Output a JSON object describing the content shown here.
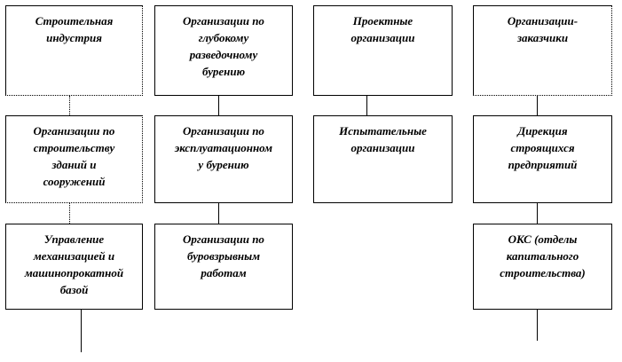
{
  "boxes": {
    "construction_industry": "Строительная\nиндустрия",
    "deep_drilling_orgs": "Организации по\nглубокому\nразведочному\nбурению",
    "design_orgs": "Проектные\nорганизации",
    "customer_orgs": "Организации-\nзаказчики",
    "building_construction_orgs": "Организации по\nстроительству\nзданий и\nсооружений",
    "production_drilling_orgs": "Организации по\nэксплуатационном\nу бурению",
    "testing_orgs": "Испытательные\nорганизации",
    "enterprise_directorate": "Дирекция\nстроящихся\nпредприятий",
    "mechanization_dept": "Управление\nмеханизацией и\nмашинопрокатной\nбазой",
    "blasting_orgs": "Организации по\nбуровзрывным\nработам",
    "capital_construction_dept": "ОКС (отделы\nкапитального\nстроительства)"
  }
}
